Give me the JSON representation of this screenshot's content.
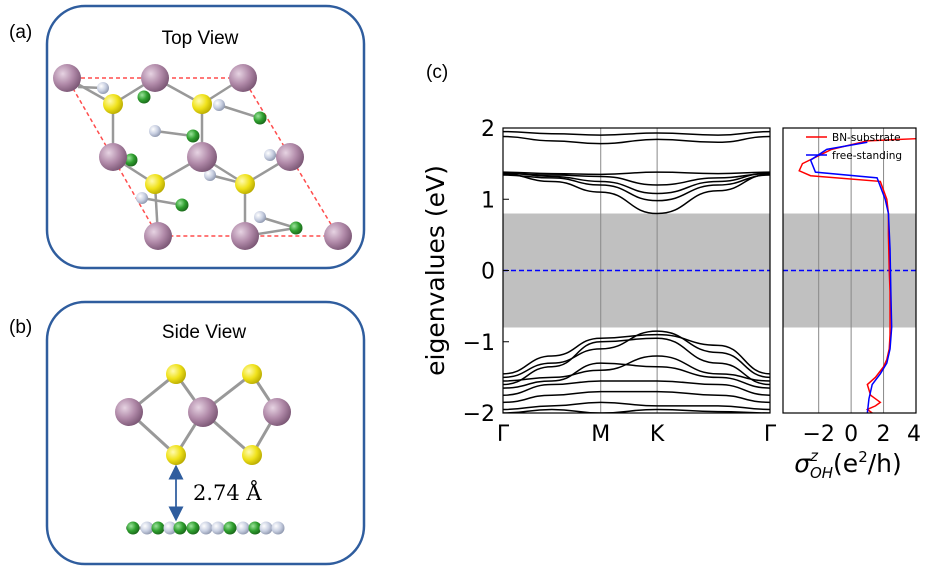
{
  "panels": {
    "a": {
      "label": "(a)",
      "title": "Top View"
    },
    "b": {
      "label": "(b)",
      "title": "Side View",
      "distance": "2.74 Å"
    },
    "c": {
      "label": "(c)"
    }
  },
  "colors": {
    "frame": "#2f5d9e",
    "atom_large": "#b089a8",
    "atom_yellow": "#f0e21a",
    "atom_green": "#2e9e2e",
    "atom_white": "#b9c2d9",
    "cell_outline": "#ff4d4d",
    "gap_fill": "#c0c0c0",
    "fermi_level": "#0000ff",
    "bn_substrate": "#ff0000",
    "free_standing": "#0000ff"
  },
  "chart_data": [
    {
      "type": "line",
      "panel": "band structure",
      "ylabel": "eigenvalues (eV)",
      "ylim": [
        -2,
        2
      ],
      "y_ticks": [
        "−2",
        "−1",
        "0",
        "1",
        "2"
      ],
      "x_ticks": [
        "Γ",
        "M",
        "K",
        "Γ"
      ],
      "x_tick_positions": [
        0,
        1,
        1.577,
        2.732
      ],
      "gap_region": [
        -0.8,
        0.8
      ],
      "fermi_level": 0,
      "series": [
        {
          "x": [
            0,
            0.5,
            1,
            1.577,
            2.2,
            2.732
          ],
          "values": [
            1.95,
            1.92,
            1.9,
            1.93,
            1.9,
            1.95
          ]
        },
        {
          "x": [
            0,
            0.5,
            1,
            1.577,
            2.2,
            2.732
          ],
          "values": [
            1.88,
            1.82,
            1.78,
            1.84,
            1.8,
            1.88
          ]
        },
        {
          "x": [
            0,
            0.5,
            1,
            1.577,
            2.2,
            2.732
          ],
          "values": [
            1.38,
            1.36,
            1.35,
            1.38,
            1.36,
            1.38
          ]
        },
        {
          "x": [
            0,
            0.5,
            1,
            1.577,
            2.2,
            2.732
          ],
          "values": [
            1.36,
            1.34,
            1.32,
            1.2,
            1.3,
            1.36
          ]
        },
        {
          "x": [
            0,
            0.5,
            1,
            1.577,
            2.2,
            2.732
          ],
          "values": [
            1.37,
            1.32,
            1.25,
            1.08,
            1.25,
            1.37
          ]
        },
        {
          "x": [
            0,
            0.5,
            1,
            1.577,
            2.2,
            2.732
          ],
          "values": [
            1.34,
            1.3,
            1.2,
            0.98,
            1.2,
            1.34
          ]
        },
        {
          "x": [
            0,
            0.5,
            1,
            1.577,
            2.2,
            2.732
          ],
          "values": [
            1.35,
            1.25,
            1.1,
            0.8,
            1.12,
            1.35
          ]
        },
        {
          "x": [
            0,
            0.5,
            1,
            1.577,
            2.2,
            2.732
          ],
          "values": [
            -1.5,
            -1.3,
            -1.1,
            -0.85,
            -1.15,
            -1.5
          ]
        },
        {
          "x": [
            0,
            0.5,
            1,
            1.577,
            2.2,
            2.732
          ],
          "values": [
            -1.45,
            -1.2,
            -0.95,
            -0.9,
            -1.05,
            -1.45
          ]
        },
        {
          "x": [
            0,
            0.5,
            1,
            1.577,
            2.2,
            2.732
          ],
          "values": [
            -1.6,
            -1.35,
            -1.0,
            -0.95,
            -1.3,
            -1.6
          ]
        },
        {
          "x": [
            0,
            0.5,
            1,
            1.577,
            2.2,
            2.732
          ],
          "values": [
            -1.55,
            -1.5,
            -1.4,
            -1.2,
            -1.45,
            -1.55
          ]
        },
        {
          "x": [
            0,
            0.5,
            1,
            1.577,
            2.2,
            2.732
          ],
          "values": [
            -1.65,
            -1.55,
            -1.3,
            -1.35,
            -1.5,
            -1.65
          ]
        },
        {
          "x": [
            0,
            0.5,
            1,
            1.577,
            2.2,
            2.732
          ],
          "values": [
            -1.75,
            -1.6,
            -1.55,
            -1.55,
            -1.6,
            -1.75
          ]
        },
        {
          "x": [
            0,
            0.5,
            1,
            1.577,
            2.2,
            2.732
          ],
          "values": [
            -1.85,
            -1.75,
            -1.7,
            -1.7,
            -1.75,
            -1.85
          ]
        },
        {
          "x": [
            0,
            0.5,
            1,
            1.577,
            2.2,
            2.732
          ],
          "values": [
            -1.95,
            -1.9,
            -1.85,
            -1.9,
            -1.9,
            -1.95
          ]
        },
        {
          "x": [
            0,
            0.5,
            1,
            1.577,
            2.2,
            2.732
          ],
          "values": [
            -2.0,
            -1.95,
            -2.0,
            -1.95,
            -1.98,
            -2.0
          ]
        }
      ]
    },
    {
      "type": "line",
      "panel": "orbital Hall conductivity",
      "xlabel": "σ^z_OH(e²/h)",
      "xlim": [
        -4.2,
        4
      ],
      "x_ticks": [
        "−2",
        "0",
        "2",
        "4"
      ],
      "ylim": [
        -2,
        2
      ],
      "gap_region": [
        -0.8,
        0.8
      ],
      "fermi_level": 0,
      "legend": {
        "position": "top-right",
        "entries": [
          "BN-substrate",
          "free-standing"
        ]
      },
      "series": [
        {
          "name": "BN-substrate",
          "x": [
            4.0,
            1.0,
            -1.2,
            -3.0,
            -3.2,
            -2.5,
            1.8,
            2.2,
            2.3,
            2.3,
            2.35,
            2.4,
            2.4,
            2.4,
            2.35,
            2.2,
            2.0,
            1.5,
            1.0,
            1.2,
            1.8,
            1.5,
            1.0,
            1.3
          ],
          "values": [
            1.85,
            1.82,
            1.7,
            1.5,
            1.4,
            1.33,
            1.25,
            1.0,
            0.8,
            0.5,
            0.0,
            -0.3,
            -0.7,
            -0.9,
            -1.1,
            -1.25,
            -1.35,
            -1.5,
            -1.6,
            -1.75,
            -1.85,
            -1.9,
            -1.95,
            -2.0
          ]
        },
        {
          "name": "free-standing",
          "x": [
            1.0,
            -1.5,
            -2.5,
            -2.2,
            1.6,
            2.1,
            2.3,
            2.4,
            2.45,
            2.5,
            2.4,
            2.2,
            1.8,
            1.3,
            1.1,
            1.0
          ],
          "values": [
            1.8,
            1.7,
            1.55,
            1.38,
            1.3,
            1.0,
            0.8,
            0.3,
            -0.3,
            -0.8,
            -1.1,
            -1.3,
            -1.45,
            -1.6,
            -1.8,
            -2.0
          ]
        }
      ]
    }
  ]
}
